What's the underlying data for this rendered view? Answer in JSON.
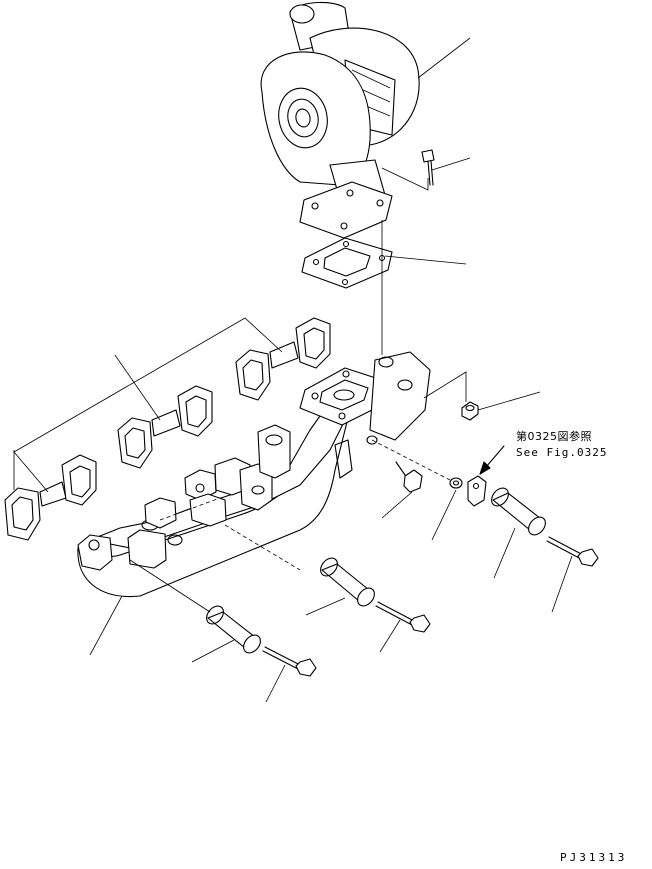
{
  "diagram": {
    "reference_note_jp": "第0325図参照",
    "reference_note_en": "See Fig.0325",
    "drawing_number": "PJ31313"
  }
}
